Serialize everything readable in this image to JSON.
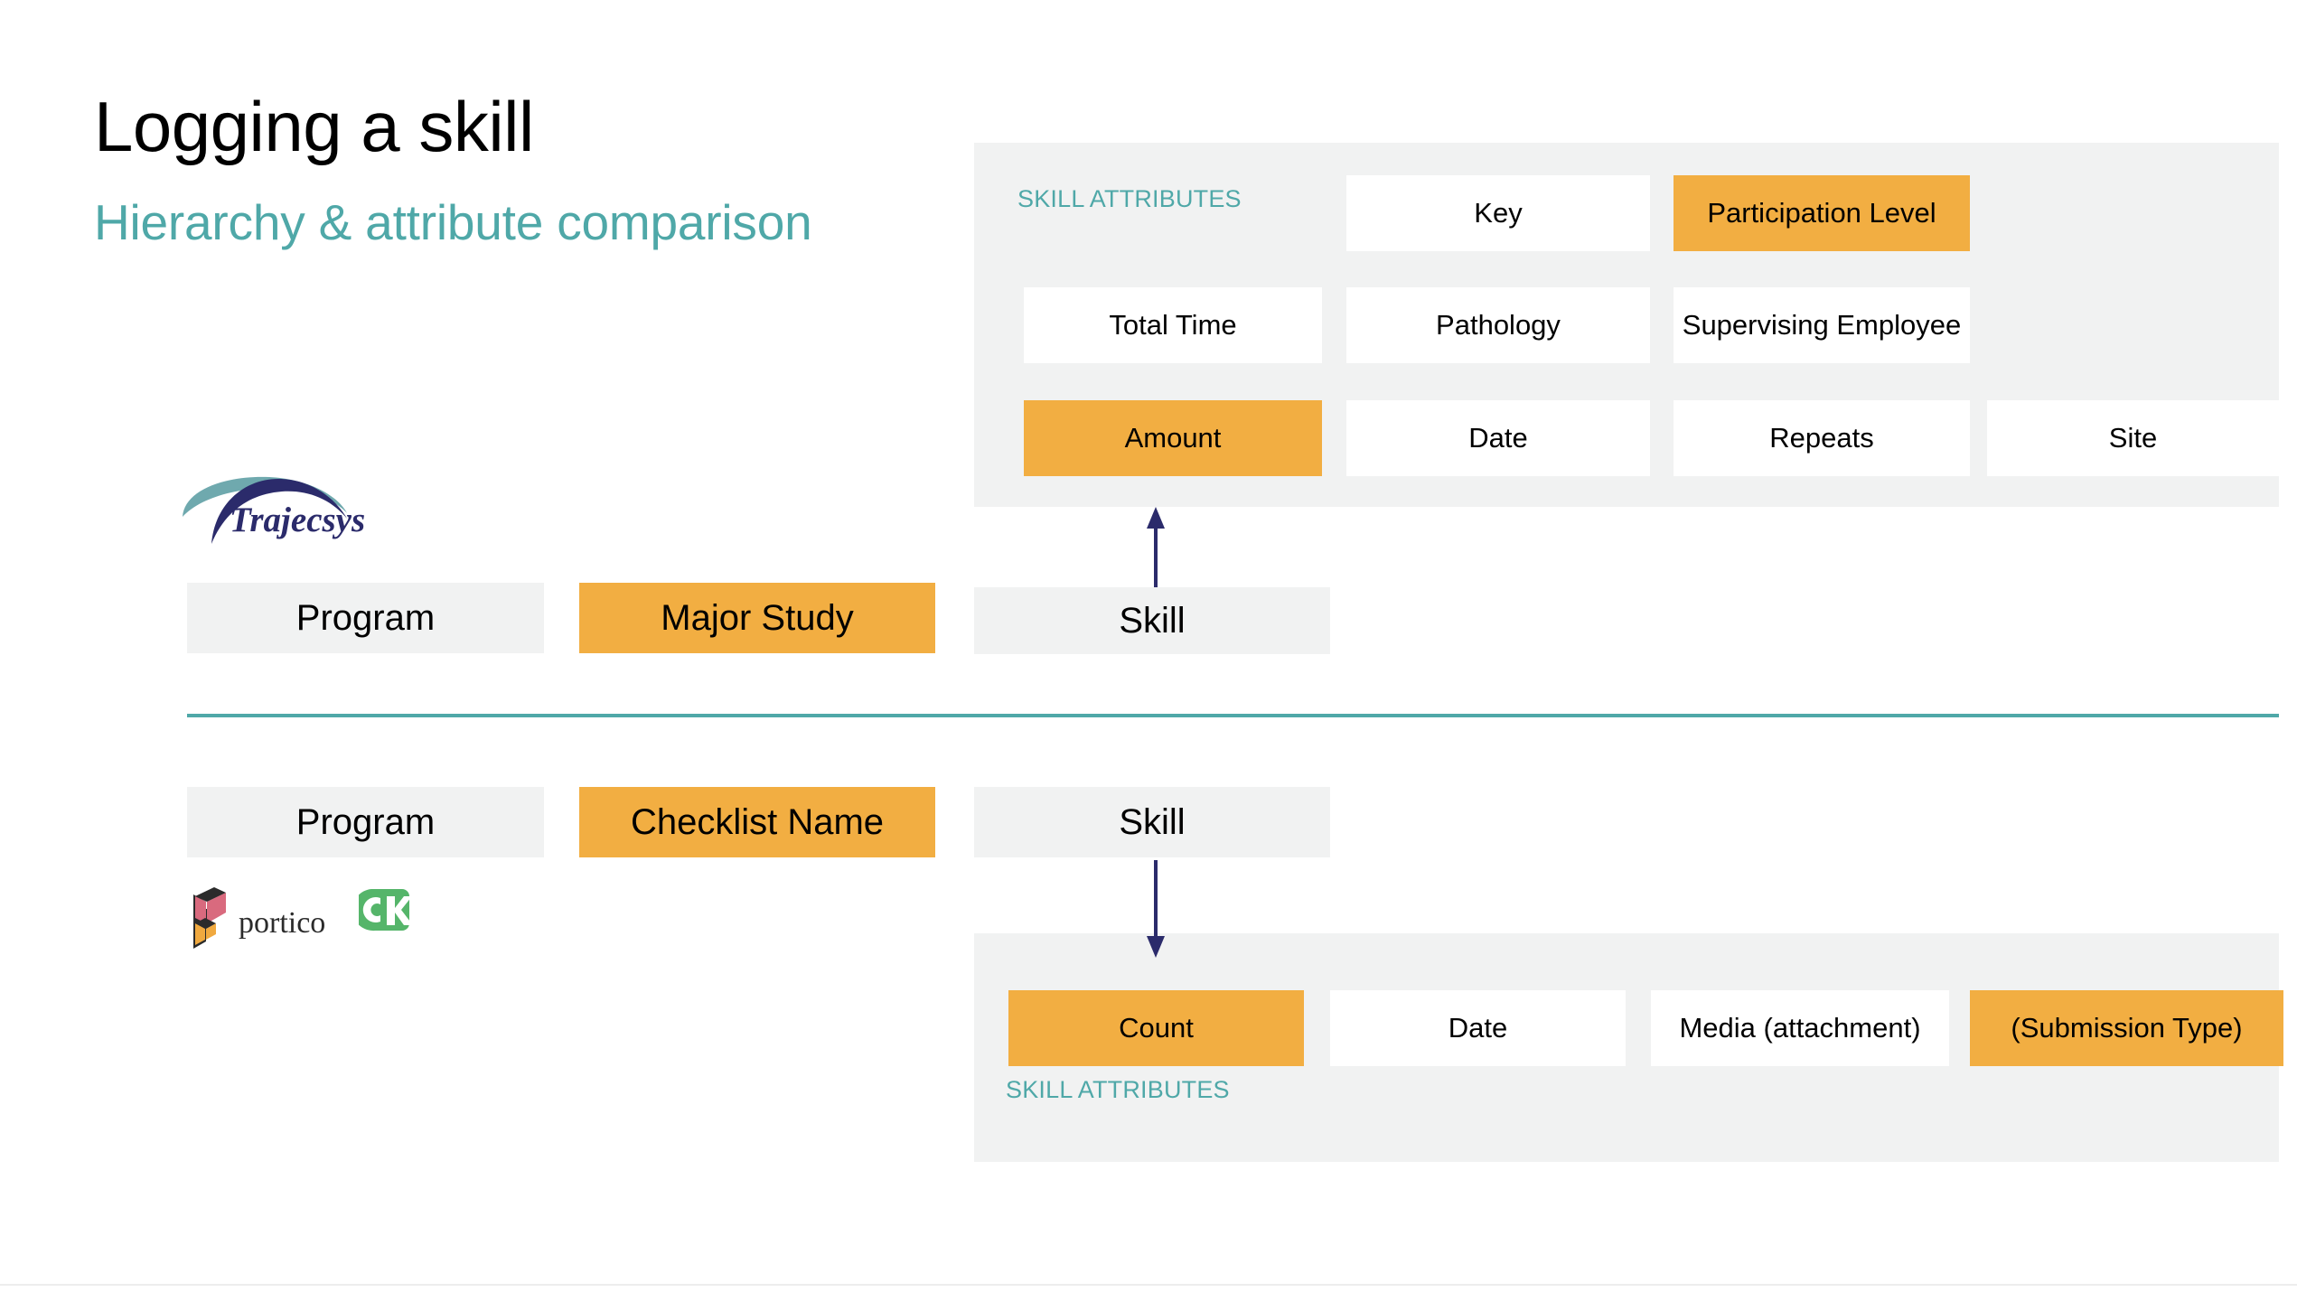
{
  "slide": {
    "title": "Logging a skill",
    "subtitle": "Hierarchy & attribute comparison",
    "accent_teal": "#4FA8A8",
    "accent_amber": "#F2AE42",
    "panel_grey": "#F1F2F2",
    "arrow_navy": "#2B2B6B"
  },
  "top_section": {
    "label": "SKILL ATTRIBUTES",
    "attributes": [
      {
        "text": "Key",
        "highlight": false
      },
      {
        "text": "Participation Level",
        "highlight": true
      },
      {
        "text": "Total Time",
        "highlight": false
      },
      {
        "text": "Pathology",
        "highlight": false
      },
      {
        "text": "Supervising Employee",
        "highlight": false
      },
      {
        "text": "Amount",
        "highlight": true
      },
      {
        "text": "Date",
        "highlight": false
      },
      {
        "text": "Repeats",
        "highlight": false
      },
      {
        "text": "Site",
        "highlight": false
      }
    ],
    "hierarchy": [
      {
        "text": "Program",
        "highlight": false
      },
      {
        "text": "Major Study",
        "highlight": true
      },
      {
        "text": "Skill",
        "highlight": false
      }
    ],
    "logo": "trajecsys-logo",
    "arrow": "arrow-up-from-skill-to-attributes"
  },
  "bottom_section": {
    "label": "SKILL ATTRIBUTES",
    "attributes": [
      {
        "text": "Count",
        "highlight": true
      },
      {
        "text": "Date",
        "highlight": false
      },
      {
        "text": "Media (attachment)",
        "highlight": false
      },
      {
        "text": "(Submission Type)",
        "highlight": true
      }
    ],
    "hierarchy": [
      {
        "text": "Program",
        "highlight": false
      },
      {
        "text": "Checklist Name",
        "highlight": true
      },
      {
        "text": "Skill",
        "highlight": false
      }
    ],
    "logos": [
      "portico-logo",
      "ck-logo"
    ],
    "logo_text": "portico",
    "arrow": "arrow-down-from-skill-to-attributes"
  }
}
